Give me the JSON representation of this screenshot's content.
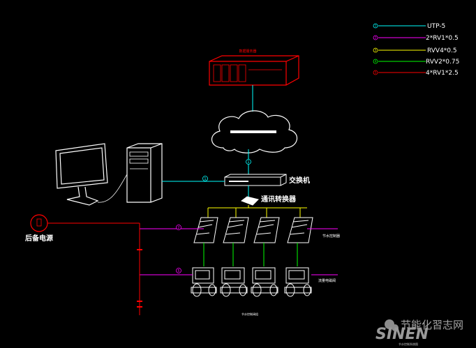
{
  "legend": [
    {
      "label": "UTP-5",
      "color": "#00ffff",
      "marker": "1"
    },
    {
      "label": "2*RV1*0.5",
      "color": "#ff00ff",
      "marker": "2"
    },
    {
      "label": "RVV4*0.5",
      "color": "#ffff00",
      "marker": "3"
    },
    {
      "label": "RVV2*0.75",
      "color": "#00ff00",
      "marker": "4"
    },
    {
      "label": "4*RV1*2.5",
      "color": "#ff0000",
      "marker": "5"
    }
  ],
  "labels": {
    "server": "数据服务器",
    "switch": "交换机",
    "converter": "通讯转换器",
    "power": "后备电源",
    "controller_group": "节水控制器",
    "valve_group": "流量电磁阀",
    "valve_bottom": "节水控制阀组",
    "title_block": "节水控制系统图"
  },
  "markers": {
    "cloud_link": "1",
    "pc_link": "1",
    "controller_bus": "2",
    "valve_bus": "5"
  },
  "watermark": {
    "text": "节能化習志网",
    "logo": "SINEN"
  },
  "colors": {
    "utp": "#00ffff",
    "rv05": "#ff00ff",
    "rvv4": "#ffff00",
    "rvv2": "#00ff00",
    "rv25": "#ff0000",
    "device": "#ffffff"
  }
}
